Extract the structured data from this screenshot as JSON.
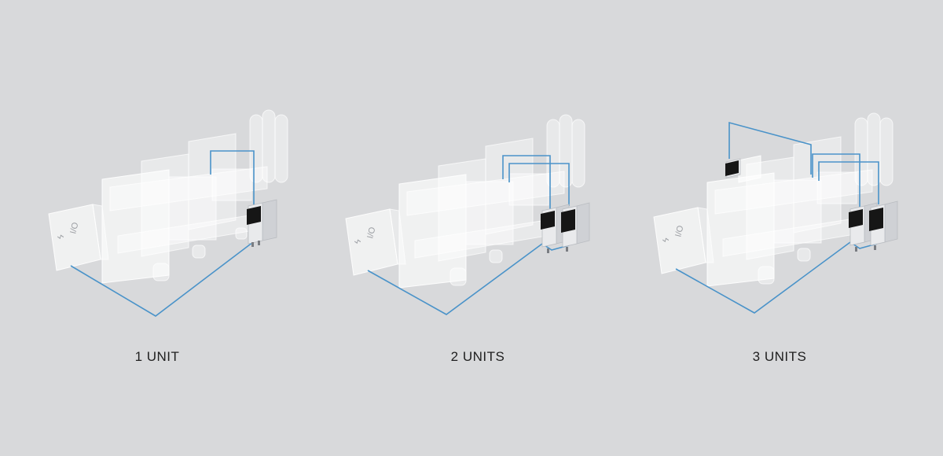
{
  "panels": [
    {
      "caption": "1 UNIT",
      "units": 1,
      "remote_unit": false
    },
    {
      "caption": "2 UNITS",
      "units": 2,
      "remote_unit": false
    },
    {
      "caption": "3 UNITS",
      "units": 3,
      "remote_unit": true
    }
  ],
  "io_label": "I/O",
  "colors": {
    "background": "#d8d9db",
    "cable": "#4a93c9",
    "unit_face": "#161616"
  }
}
